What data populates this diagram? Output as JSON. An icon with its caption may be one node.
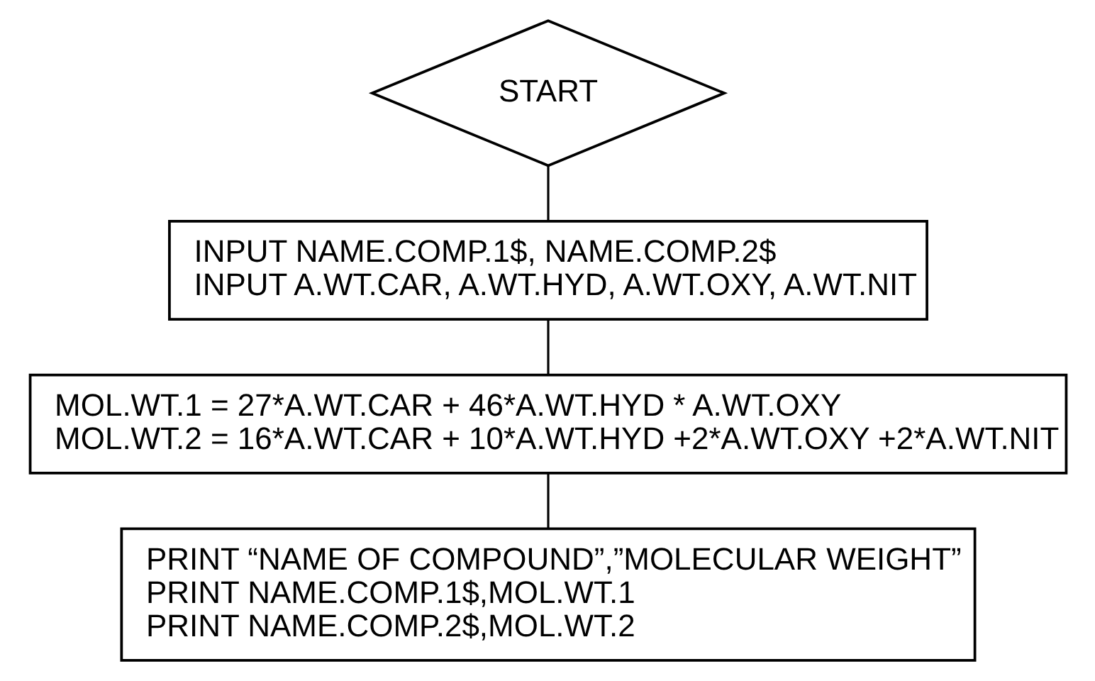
{
  "diagram": {
    "nodes": [
      {
        "text": [
          "START"
        ]
      },
      {
        "text": [
          "INPUT NAME.COMP.1$, NAME.COMP.2$",
          "INPUT A.WT.CAR, A.WT.HYD, A.WT.OXY, A.WT.NIT"
        ]
      },
      {
        "text": [
          "MOL.WT.1 = 27*A.WT.CAR + 46*A.WT.HYD * A.WT.OXY",
          "MOL.WT.2 = 16*A.WT.CAR + 10*A.WT.HYD +2*A.WT.OXY +2*A.WT.NIT"
        ]
      },
      {
        "text": [
          "PRINT “NAME OF COMPOUND”,”MOLECULAR WEIGHT”",
          "PRINT NAME.COMP.1$,MOL.WT.1",
          "PRINT NAME.COMP.2$,MOL.WT.2"
        ]
      }
    ],
    "edges": [
      {
        "from": 0,
        "to": 1,
        "arrow": "none"
      },
      {
        "from": 1,
        "to": 2,
        "arrow": "none"
      },
      {
        "from": 2,
        "to": 3,
        "arrow": "none"
      }
    ]
  }
}
